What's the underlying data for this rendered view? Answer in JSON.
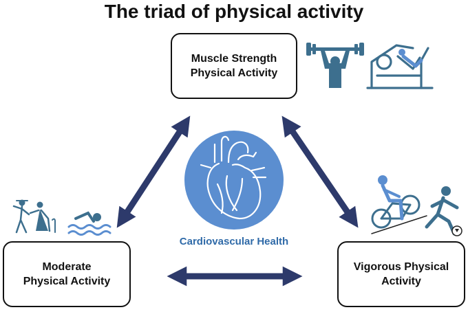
{
  "title": "The triad of physical activity",
  "nodes": {
    "top": {
      "line1": "Muscle Strength",
      "line2": "Physical Activity"
    },
    "left": {
      "line1": "Moderate",
      "line2": "Physical Activity"
    },
    "right": {
      "line1": "Vigorous Physical",
      "line2": "Activity"
    }
  },
  "center": {
    "label": "Cardiovascular Health"
  },
  "colors": {
    "arrow": "#2d3a6b",
    "heart_circle": "#5b8ed0",
    "icon": "#3d6f8e",
    "center_label": "#2f6aa8"
  },
  "icons": [
    "weightlifter-icon",
    "leg-press-icon",
    "dancers-icon",
    "swimmer-icon",
    "cyclist-icon",
    "soccer-player-icon",
    "heart-icon"
  ]
}
